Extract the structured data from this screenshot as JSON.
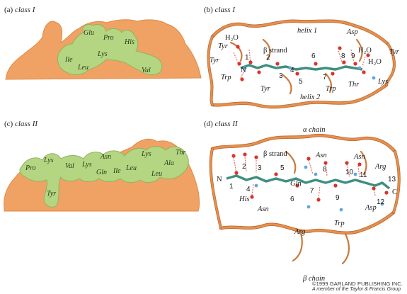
{
  "panels": {
    "a": {
      "letter": "(a)",
      "title": "class I",
      "residues": [
        "Glu",
        "Pro",
        "His",
        "Lys",
        "Ile",
        "Leu",
        "Val"
      ]
    },
    "b": {
      "letter": "(b)",
      "title": "class I",
      "labels": {
        "helix1": "helix 1",
        "helix2": "helix 2",
        "strand": "β strand",
        "tyr_a": "Tyr",
        "tyr_b": "Tyr",
        "tyr_c": "Tyr",
        "tyr_d": "Tyr",
        "trp_a": "Trp",
        "trp_b": "Trp",
        "asp": "Asp",
        "thr": "Thr",
        "lys": "Lys",
        "water1": "H₂O",
        "water2": "H₂O",
        "water3": "H₂O",
        "n_term": "N"
      },
      "numbers": [
        "1",
        "2",
        "3",
        "4",
        "5",
        "6",
        "7",
        "8",
        "9"
      ]
    },
    "c": {
      "letter": "(c)",
      "title": "class II",
      "residues": [
        "Pro",
        "Lys",
        "Val",
        "Lys",
        "Asn",
        "Gln",
        "Ile",
        "Leu",
        "Lys",
        "Leu",
        "Ala",
        "Thr",
        "Tyr"
      ]
    },
    "d": {
      "letter": "(d)",
      "title": "class II",
      "labels": {
        "alpha_chain": "α chain",
        "beta_chain": "β chain",
        "strand": "β strand",
        "asn_a": "Asn",
        "asn_b": "Asn",
        "asn_c": "Asn",
        "arg_a": "Arg",
        "arg_b": "Arg",
        "his": "His",
        "gln": "Gln",
        "trp": "Trp",
        "asp": "Asp",
        "n_term": "N",
        "c_term": "C"
      },
      "numbers": [
        "1",
        "2",
        "3",
        "4",
        "5",
        "6",
        "7",
        "8",
        "9",
        "10",
        "11",
        "12",
        "13"
      ]
    }
  },
  "copyright": {
    "line1": "©1999 GARLAND PUBLISHING INC.",
    "line2": "A member of the Taylor & Francis Group"
  },
  "colors": {
    "surface": "#f0a264",
    "surface_edge": "#e08a45",
    "peptide": "#b4d683",
    "peptide_edge": "#8fb35a",
    "ribbon": "#e5904f",
    "ribbon_edge": "#b8642a",
    "backbone": "#3f8f7f",
    "oxygen": "#d9332b",
    "nitrogen": "#66a6d8"
  }
}
